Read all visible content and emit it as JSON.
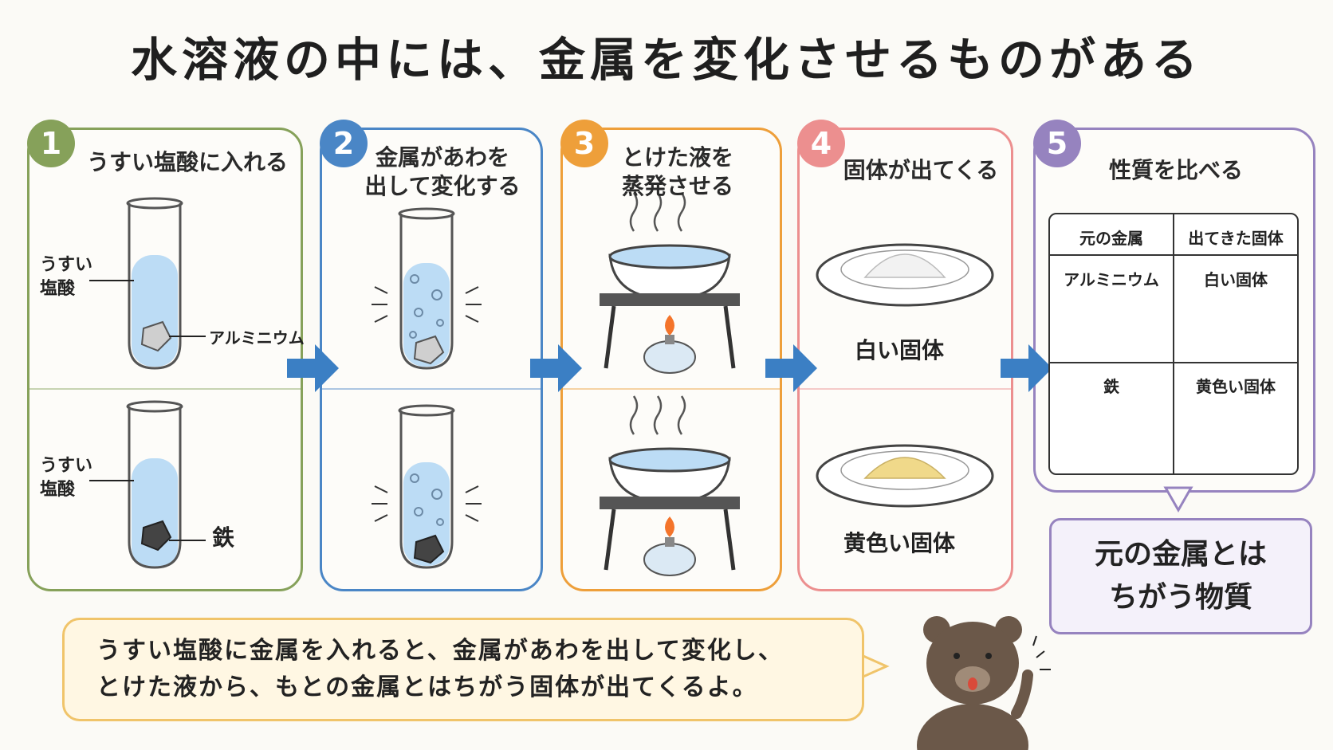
{
  "title": "水溶液の中には、金属を変化させるものがある",
  "steps": [
    {
      "number": "1",
      "title": "うすい塩酸に入れる",
      "color": "#86a15a"
    },
    {
      "number": "2",
      "title": "金属があわを\n出して変化する",
      "color": "#4a86c6"
    },
    {
      "number": "3",
      "title": "とけた液を\n蒸発させる",
      "color": "#ee9f3a"
    },
    {
      "number": "4",
      "title": "固体が出てくる",
      "color": "#ec8f8f"
    },
    {
      "number": "5",
      "title": "性質を比べる",
      "color": "#9683bf"
    }
  ],
  "step1": {
    "acid_label_top": "うすい\n塩酸",
    "metal_top": "アルミニウム",
    "acid_label_bottom": "うすい\n塩酸",
    "metal_bottom": "鉄"
  },
  "step4": {
    "solid_top": "白い固体",
    "solid_bottom": "黄色い固体"
  },
  "table": {
    "headers": [
      "元の金属",
      "出てきた固体"
    ],
    "rows": [
      {
        "metal": "アルミニウム",
        "solid": "白い固体"
      },
      {
        "metal": "鉄",
        "solid": "黄色い固体"
      }
    ]
  },
  "conclusion": "元の金属とは\nちがう物質",
  "speech": "うすい塩酸に金属を入れると、金属があわを出して変化し、\nとけた液から、もとの金属とはちがう固体が出てくるよ。",
  "colors": {
    "arrow": "#3b7fc4",
    "liquid": "#bcdcf5",
    "white_solid": "#f2f2f2",
    "yellow_solid": "#f0d98a"
  }
}
